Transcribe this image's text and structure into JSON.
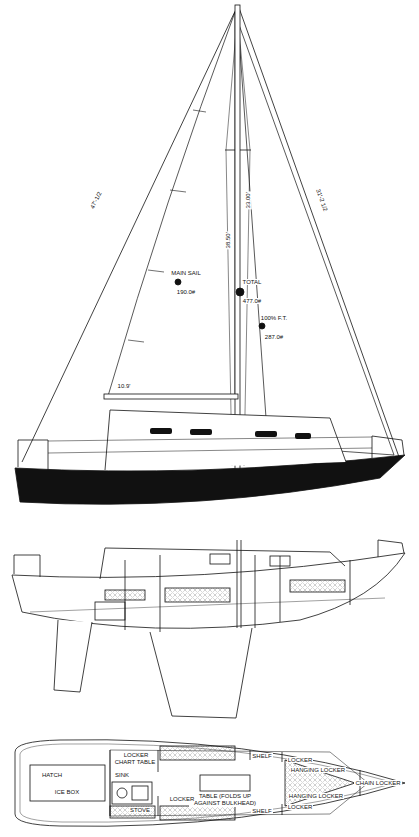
{
  "diagram": {
    "labels": [
      "MAIN SAIL",
      "190.0#",
      "TOTAL",
      "477.0#",
      "100% F.T.",
      "287.0#",
      "10.9'",
      "38.50'",
      "33.00'",
      "47'-1/2",
      "31'-2 1/2",
      "LOCKER",
      "SHELF",
      "LOCKER",
      "HANGING LOCKER",
      "CHART TABLE",
      "TABLE (FOLDS UP AGAINST BULKHEAD)",
      "CHAIN LOCKER",
      "HATCH",
      "ICE BOX",
      "SINK",
      "STOVE",
      "LOCKER",
      "SHELF",
      "LOCKER",
      "HANGING LOCKER"
    ]
  }
}
